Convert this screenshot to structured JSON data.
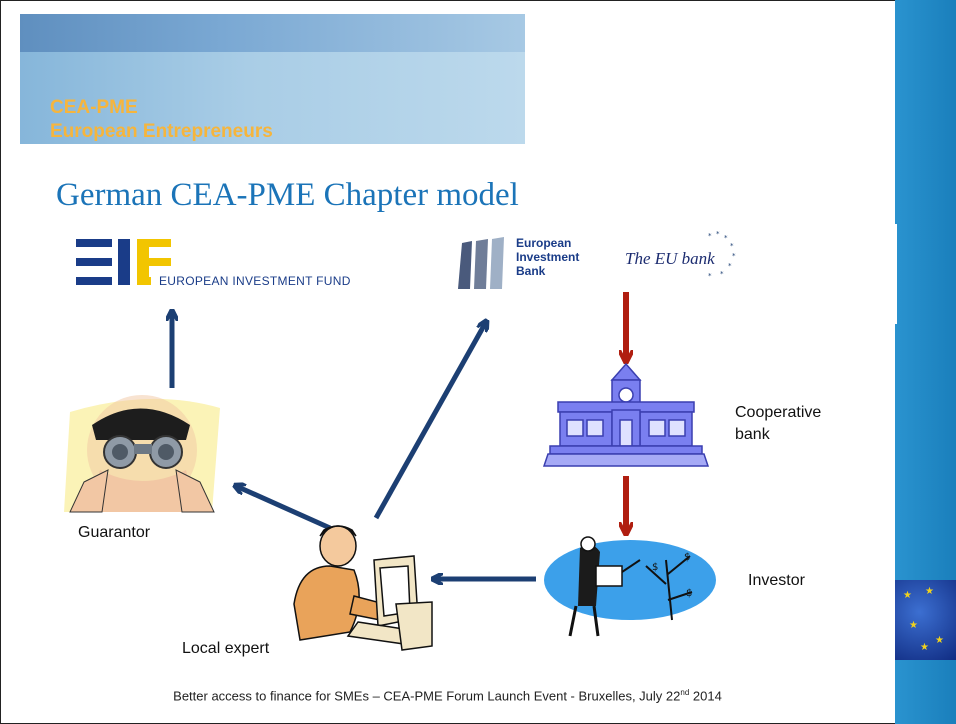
{
  "header": {
    "line1": "CEA-PME",
    "line2": "European Entrepreneurs"
  },
  "title": "German CEA-PME  Chapter model",
  "logos": {
    "eif": "EUROPEAN INVESTMENT FUND",
    "eib_line1": "European",
    "eib_line2": "Investment",
    "eib_line3": "Bank",
    "eu_bank": "The EU bank"
  },
  "nodes": {
    "guarantor": "Guarantor",
    "local_expert": "Local expert",
    "cooperative_bank_line1": "Cooperative",
    "cooperative_bank_line2": "bank",
    "investor": "Investor"
  },
  "footer": {
    "text": "Better access to finance for SMEs – CEA-PME Forum Launch Event - Bruxelles, July 22",
    "sup": "nd",
    "year": " 2014"
  },
  "colors": {
    "title": "#1b74b8",
    "header_text": "#f6b53c",
    "arrow_blue": "#1c3f73",
    "arrow_red": "#b01e10",
    "bank_icon": "#7a7ff0",
    "right_band": "#1f86c4"
  }
}
